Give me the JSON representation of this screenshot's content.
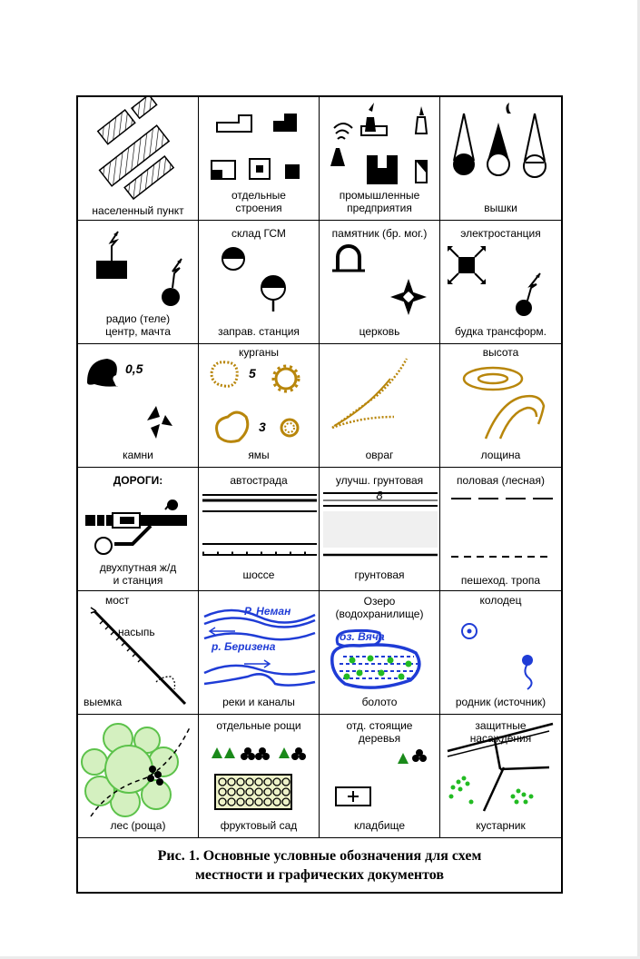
{
  "figure": {
    "caption": "Рис. 1. Основные условные обозначения для схем\nместности и графических документов"
  },
  "cells": [
    {
      "bottom": "населенный пункт"
    },
    {
      "bottom": "отдельные\nстроения"
    },
    {
      "bottom": "промышленные\nпредприятия"
    },
    {
      "bottom": "вышки"
    },
    {
      "bottom": "радио (теле)\nцентр, мачта"
    },
    {
      "top": "склад ГСМ",
      "bottom": "заправ. станция"
    },
    {
      "top": "памятник (бр. мог.)",
      "bottom": "церковь"
    },
    {
      "top": "электростанция",
      "bottom": "будка трансформ."
    },
    {
      "value": "0,5",
      "bottom": "камни"
    },
    {
      "top": "курганы",
      "n1": "5",
      "n2": "3",
      "bottom": "ямы"
    },
    {
      "bottom": "овраг"
    },
    {
      "top": "высота",
      "bottom": "лощина"
    },
    {
      "top": "ДОРОГИ:",
      "bottom": "двухпутная ж/д\nи станция"
    },
    {
      "top": "автострада",
      "bottom": "шоссе"
    },
    {
      "top": "улучш. грунтовая",
      "width": "8",
      "bottom": "грунтовая"
    },
    {
      "top": "половая (лесная)",
      "bottom": "пешеход. тропа"
    },
    {
      "top": "мост",
      "mid": "насыпь",
      "bottom": "выемка"
    },
    {
      "river1": "Р. Неман",
      "river2": "р. Беризена",
      "bottom": "реки и каналы"
    },
    {
      "top": "Озеро\n(водохранилище)",
      "lake": "оз. Вяча",
      "bottom": "болото"
    },
    {
      "top": "колодец",
      "bottom": "родник (источник)"
    },
    {
      "bottom": "лес (роща)"
    },
    {
      "top": "отдельные рощи",
      "bottom": "фруктовый сад"
    },
    {
      "top": "отд. стоящие\nдеревья",
      "bottom": "кладбище"
    },
    {
      "top": "защитные\nнасаждения",
      "bottom": "кустарник"
    }
  ],
  "colors": {
    "ink": "#000000",
    "relief": "#b8860b",
    "water": "#1f3cd6",
    "forest_fill": "#d4f0c0",
    "forest_edge": "#5cc24a",
    "shrub": "#22bb22"
  }
}
